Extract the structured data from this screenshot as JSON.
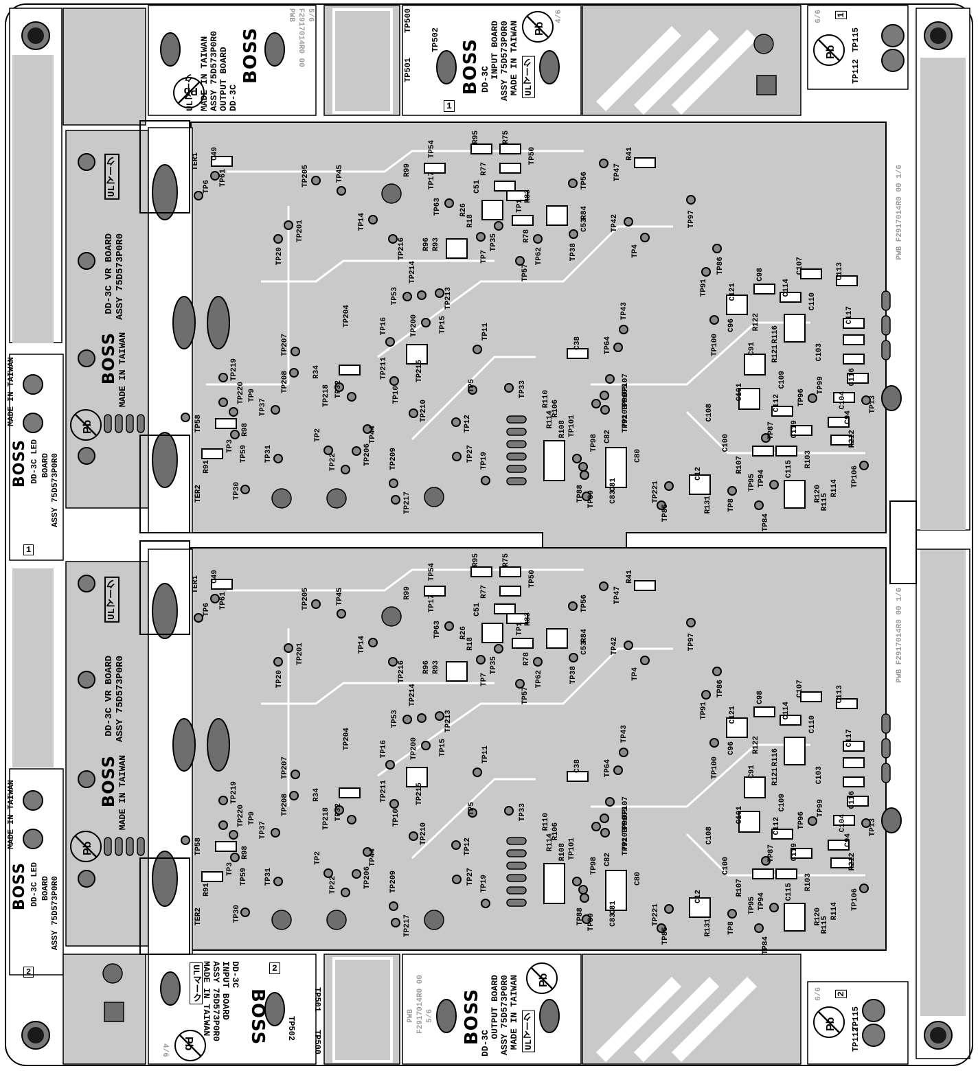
{
  "colors": {
    "board_fill": "#c9c9c9",
    "copper": "#7a7a7a",
    "outline": "#000000",
    "background": "#ffffff"
  },
  "boards": {
    "vr_board": {
      "brand": "BOSS",
      "model_line": "DD-3C VR BOARD",
      "assy_line": "ASSY 75D573P0R0",
      "made_line": "MADE IN TAIWAN",
      "ul_mark": "ULマーク"
    },
    "led_board": {
      "brand": "BOSS",
      "model_line": "DD-3C LED",
      "board_line": "BOARD",
      "assy_line": "ASSY 75D573P0R0",
      "made_line": "MADE IN TAIWAN",
      "index_top": "1",
      "index_bottom": "2"
    },
    "output_board": {
      "brand": "BOSS",
      "model_line": "DD-3C",
      "board_line": "OUTPUT BOARD",
      "assy_line": "ASSY 75D573P0R0",
      "made_line": "MADE IN TAIWAN",
      "ul_mark": "ULマーク",
      "pwb_line": "PWB",
      "pwb_code": "F2917014R0 00",
      "sheet": "5/6"
    },
    "input_board": {
      "brand": "BOSS",
      "model_line": "DD-3C",
      "board_line": "INPUT BOARD",
      "assy_line": "ASSY 75D573P0R0",
      "made_line": "MADE IN TAIWAN",
      "ul_mark": "ULマーク",
      "sheet": "4/6",
      "index": "1",
      "index_bottom": "2"
    },
    "jack_board": {
      "sheet": "6/6",
      "index_top": "1",
      "index_bottom": "2"
    },
    "main_board": {
      "pwb_code": "PWB F2917014R0 00 1/6"
    }
  },
  "main_labels": [
    "C49",
    "TER1",
    "TP61",
    "TP6",
    "TP205",
    "TP45",
    "TP54",
    "R95",
    "R75",
    "R99",
    "TP17",
    "R77",
    "TP50",
    "C51",
    "TP56",
    "R41",
    "TP47",
    "TP63",
    "R83",
    "TP1",
    "R26",
    "R18",
    "R84",
    "C53",
    "TP14",
    "TP201",
    "R78",
    "TP35",
    "TP42",
    "TP97",
    "TP20",
    "TP216",
    "R96",
    "R93",
    "TP7",
    "TP62",
    "TP38",
    "TP4",
    "TP86",
    "TP214",
    "TP53",
    "TP213",
    "TP57",
    "TP91",
    "C107",
    "C113",
    "C98",
    "C121",
    "C114",
    "C110",
    "TP204",
    "TP16",
    "TP200",
    "TP15",
    "TP43",
    "C96",
    "R122",
    "R116",
    "C117",
    "TP11",
    "C38",
    "TP64",
    "TP100",
    "C91",
    "R121",
    "C103",
    "TP207",
    "TP208",
    "R34",
    "TP211",
    "TP215",
    "TP219",
    "TP220",
    "TP9",
    "TP218",
    "TP32",
    "TP10",
    "TP5",
    "TP33",
    "R110",
    "R106",
    "TP107",
    "TP105",
    "TP90",
    "TP108",
    "TP92",
    "C109",
    "C116",
    "TP99",
    "C101",
    "C112",
    "TP96",
    "C104",
    "TP13",
    "TP58",
    "TP37",
    "TP210",
    "TP12",
    "R114",
    "R108",
    "TP101",
    "C108",
    "C94",
    "TP3",
    "R98",
    "TP2",
    "TP44",
    "TP87",
    "C119",
    "R212",
    "TP59",
    "TP31",
    "TP22",
    "TP206",
    "TP209",
    "TP27",
    "TP19",
    "TP98",
    "C82",
    "C80",
    "C100",
    "R107",
    "R103",
    "C115",
    "R91",
    "TP94",
    "TP106",
    "C12",
    "R114",
    "TP95",
    "R120",
    "R115",
    "TP30",
    "TER2",
    "TP217",
    "TP88",
    "TP89",
    "C83",
    "C81",
    "TP221",
    "R131",
    "TP8",
    "TP85",
    "TP84",
    "TP500",
    "TP502",
    "TP501",
    "TP115",
    "TP112"
  ],
  "icons": [
    "pb-free-icon",
    "boss-logo-icon"
  ]
}
